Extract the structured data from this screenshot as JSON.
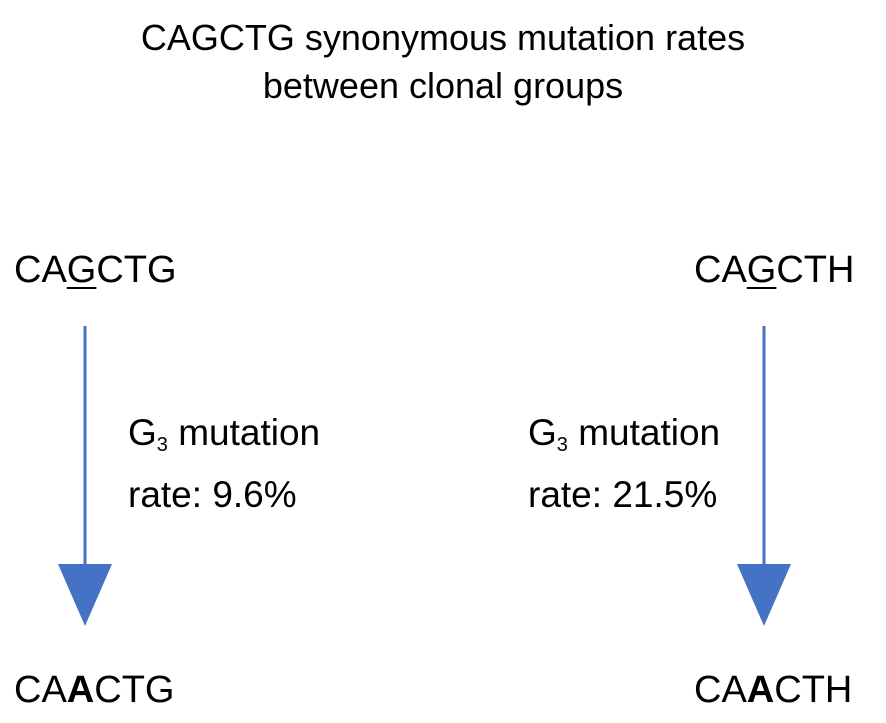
{
  "title": {
    "line1": "CAGCTG synonymous mutation rates",
    "line2": "between clonal groups"
  },
  "left": {
    "source": {
      "before": "CA",
      "highlight": "G",
      "after": "CTG"
    },
    "rate": {
      "base": "G",
      "position": "3",
      "label": "mutation",
      "rate_line": "rate: 9.6%"
    },
    "result": {
      "before": "CA",
      "highlight": "A",
      "after": "CTG"
    }
  },
  "right": {
    "source": {
      "before": "CA",
      "highlight": "G",
      "after": "CTH"
    },
    "rate": {
      "base": "G",
      "position": "3",
      "label": "mutation",
      "rate_line": "rate: 21.5%"
    },
    "result": {
      "before": "CA",
      "highlight": "A",
      "after": "CTH"
    }
  },
  "colors": {
    "arrow": "#4472c4",
    "text": "#000000",
    "background": "#ffffff"
  }
}
